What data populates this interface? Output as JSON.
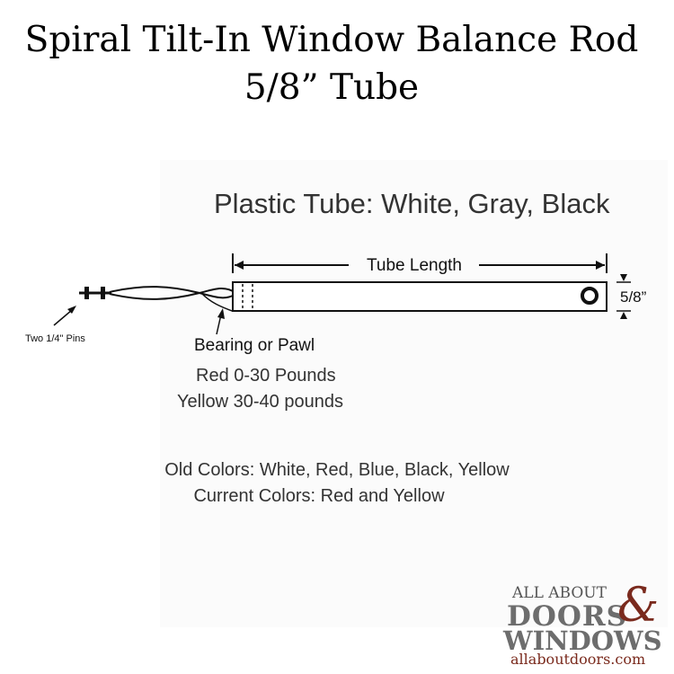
{
  "title": {
    "line1": "Spiral Tilt-In Window Balance Rod",
    "line2": "5/8” Tube"
  },
  "diagram": {
    "plastic_tube": "Plastic Tube: White, Gray, Black",
    "tube_length": "Tube Length",
    "tube_size": "5/8”",
    "pins_label": "Two 1/4\" Pins",
    "bearing_label": "Bearing or Pawl",
    "bearing_red": "Red 0-30 Pounds",
    "bearing_yellow": "Yellow 30-40 pounds"
  },
  "colors": {
    "old": "Old Colors: White, Red, Blue, Black, Yellow",
    "current": "Current Colors: Red and Yellow"
  },
  "logo": {
    "line1": "ALL ABOUT",
    "line2": "DOORS",
    "amp": "&",
    "line3": "WINDOWS",
    "url": "allaboutdoors.com",
    "accent": "#7a2a1d",
    "gray": "#6d6d6d"
  }
}
